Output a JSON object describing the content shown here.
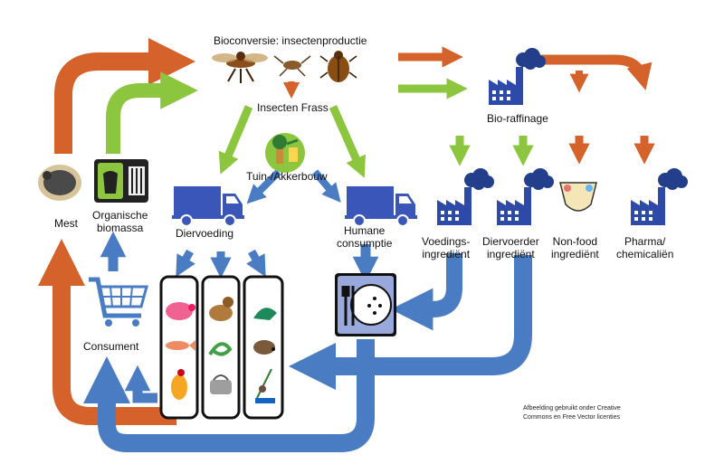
{
  "labels": {
    "bioconversie": "Bioconversie: insectenproductie",
    "insecten_frass": "Insecten Frass",
    "tuin_akkerbouw": "Tuin-/Akkerbouw",
    "bio_raffinage": "Bio-raffinage",
    "mest": "Mest",
    "organische_biomassa_1": "Organische",
    "organische_biomassa_2": "biomassa",
    "diervoeding": "Diervoeding",
    "humane_consumptie_1": "Humane",
    "humane_consumptie_2": "consumptie",
    "voedingsingredient_1": "Voedings-",
    "voedingsingredient_2": "ingrediënt",
    "diervoeder_ingredient_1": "Diervoerder",
    "diervoeder_ingredient_2": "ingrediënt",
    "nonfood_ingredient_1": "Non-food",
    "nonfood_ingredient_2": "ingrediënt",
    "pharma_1": "Pharma/",
    "pharma_2": "chemicaliën",
    "consument": "Consument"
  },
  "credit": {
    "line1": "Afbeelding gebruikt onder Creative",
    "line2": "Commons en Free Vector licenties"
  },
  "colors": {
    "orange": "#d4622a",
    "green": "#8cc63f",
    "blue": "#4a7cc4",
    "truck": "#3a56b8",
    "factory": "#2d4aa8",
    "cloud": "#233e8a"
  }
}
